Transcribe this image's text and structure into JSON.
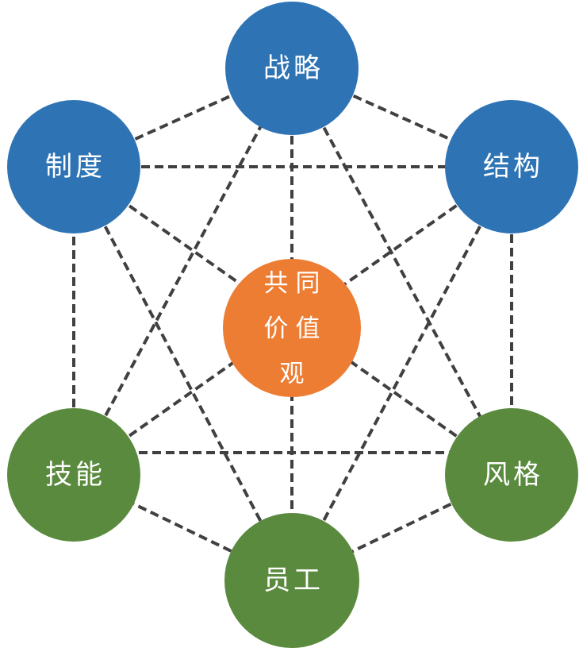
{
  "palette": {
    "background": "#ffffff",
    "node_blue": "#2e74b5",
    "node_green": "#5a8a3e",
    "node_orange": "#ec7d33",
    "connector_gray": "#404040",
    "label_text": "#ffffff"
  },
  "diagram": {
    "nodes": [
      {
        "id": "strategy",
        "label": "战略",
        "label_lines": [
          "战略"
        ],
        "color_role": "blue"
      },
      {
        "id": "systems",
        "label": "制度",
        "label_lines": [
          "制度"
        ],
        "color_role": "blue"
      },
      {
        "id": "structure",
        "label": "结构",
        "label_lines": [
          "结构"
        ],
        "color_role": "blue"
      },
      {
        "id": "shared-values",
        "label": "共同价值观",
        "label_lines": [
          "共同",
          "价值",
          "观"
        ],
        "color_role": "orange"
      },
      {
        "id": "skills",
        "label": "技能",
        "label_lines": [
          "技能"
        ],
        "color_role": "green"
      },
      {
        "id": "style",
        "label": "风格",
        "label_lines": [
          "风格"
        ],
        "color_role": "green"
      },
      {
        "id": "staff",
        "label": "员工",
        "label_lines": [
          "员工"
        ],
        "color_role": "green"
      }
    ],
    "edges": [
      [
        "strategy",
        "structure"
      ],
      [
        "structure",
        "style"
      ],
      [
        "style",
        "staff"
      ],
      [
        "staff",
        "skills"
      ],
      [
        "skills",
        "systems"
      ],
      [
        "systems",
        "strategy"
      ],
      [
        "systems",
        "structure"
      ],
      [
        "strategy",
        "style"
      ],
      [
        "structure",
        "staff"
      ],
      [
        "style",
        "skills"
      ],
      [
        "staff",
        "systems"
      ],
      [
        "skills",
        "strategy"
      ],
      [
        "strategy",
        "staff"
      ],
      [
        "structure",
        "skills"
      ],
      [
        "style",
        "systems"
      ]
    ],
    "connector_style": "dashed"
  }
}
